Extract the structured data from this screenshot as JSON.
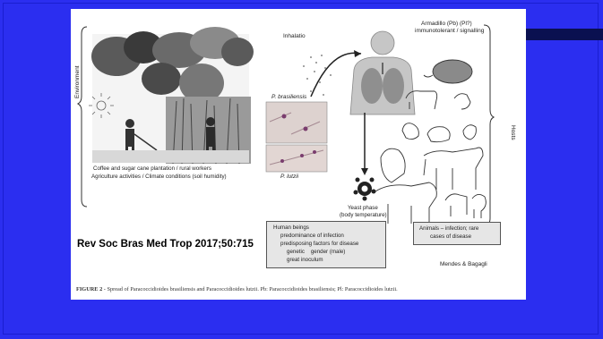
{
  "figure": {
    "environment_label": "Environment",
    "hosts_label": "Hosts",
    "inhalatio_label": "Inhalatio",
    "armadillo_line1": "Armadillo (Pb) (Pl?)",
    "armadillo_line2": "immunotolerant / signalling",
    "p_brasiliensis": "P. brasiliensis",
    "p_lutzii": "P. lutzii",
    "env_caption_line1": "Coffee and sugar cane plantation /  rural workers",
    "env_caption_line2": "Agriculture activities / Climate conditions (soil humidity)",
    "yeast_line1": "Yeast phase",
    "yeast_line2": "(body temperature)",
    "human_box": {
      "line1": "Human beings",
      "line2": "predominance of infection",
      "line3": "predisposing factors for disease",
      "line4": "genetic    gender (male)",
      "line5": "great inoculum"
    },
    "animals_box": {
      "line1": "Animals – infection; rare",
      "line2": "cases of disease"
    },
    "authors": "Mendes & Bagagli",
    "citation": "Rev Soc Bras Med Trop 2017;50:715",
    "caption_bold": "FIGURE 2",
    "caption_rest": " - Spread of Paracoccidioides brasiliensis and Paracoccidioides lutzii. Pb: Paracoccidioides brasiliensis; Pl: Paracoccidioides lutzii."
  },
  "colors": {
    "slide_background": "#2b2ef0",
    "accent_bar": "#0a1050",
    "box_fill": "#e6e6e6",
    "lung_fill": "#b9b9b9"
  }
}
